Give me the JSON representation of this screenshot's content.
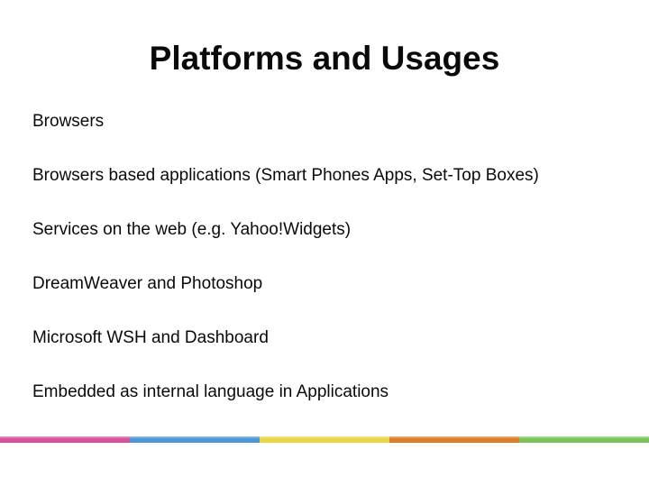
{
  "slide": {
    "title": "Platforms and Usages",
    "items": [
      "Browsers",
      "Browsers based applications (Smart Phones Apps, Set-Top Boxes)",
      "Services on the web (e.g. Yahoo!Widgets)",
      "DreamWeaver and Photoshop",
      "Microsoft WSH and Dashboard",
      "Embedded as internal language in Applications"
    ],
    "text_color": "#0a0a0a",
    "background_color": "#ffffff"
  },
  "stripe": {
    "colors": [
      "#d8519b",
      "#4c97d4",
      "#ebd446",
      "#dc7d2d",
      "#7bc25b"
    ],
    "names": [
      "pink",
      "blue",
      "yellow",
      "orange",
      "green"
    ]
  }
}
